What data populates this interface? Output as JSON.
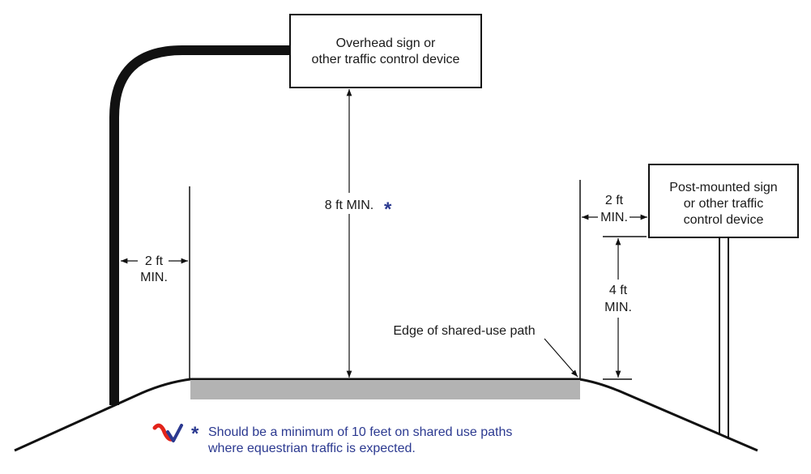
{
  "labels": {
    "overhead_line1": "Overhead sign or",
    "overhead_line2": "other traffic control device",
    "post_line1": "Post-mounted sign",
    "post_line2": "or other traffic",
    "post_line3": "control device",
    "vertical_clearance": "8 ft MIN.",
    "asterisk": "*",
    "left_offset_line1": "2 ft",
    "left_offset_line2": "MIN.",
    "right_offset_line1": "2 ft",
    "right_offset_line2": "MIN.",
    "height_line1": "4 ft",
    "height_line2": "MIN.",
    "edge": "Edge of shared-use path"
  },
  "footnote": {
    "asterisk": "*",
    "line1": "Should be a minimum of 10 feet on shared use paths",
    "line2": "where equestrian traffic is expected."
  },
  "colors": {
    "line": "#111111",
    "path_surface": "#b3b3b3",
    "note_blue": "#2b3990",
    "logo_red": "#e2231a",
    "logo_blue": "#2b3990"
  },
  "icons": {
    "logo": "mutcd-logo-icon"
  }
}
